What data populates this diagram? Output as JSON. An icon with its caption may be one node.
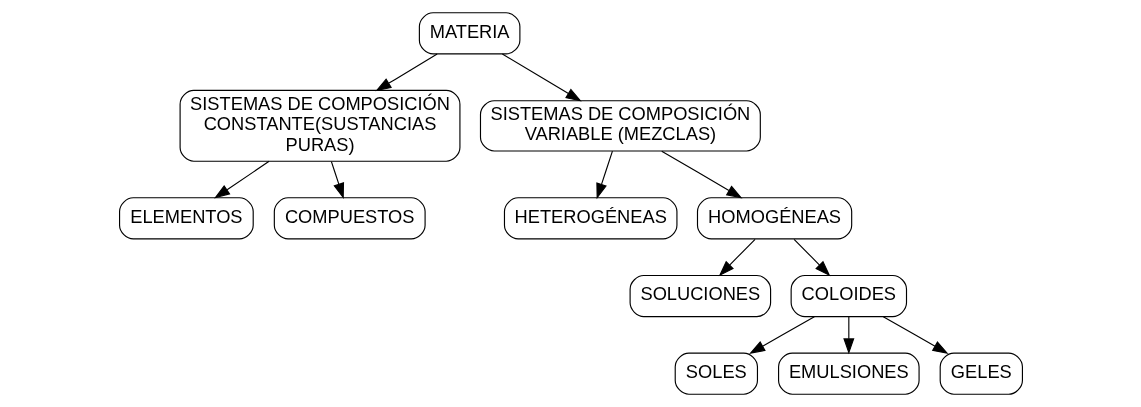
{
  "diagram": {
    "nodes": [
      {
        "text": [
          "MATERIA"
        ]
      },
      {
        "text": [
          "SISTEMAS DE COMPOSICIÓN CONSTANTE(SUSTANCIAS PURAS)"
        ]
      },
      {
        "text": [
          "SISTEMAS DE COMPOSICIÓN VARIABLE (MEZCLAS)"
        ]
      },
      {
        "text": [
          "ELEMENTOS"
        ]
      },
      {
        "text": [
          "COMPUESTOS"
        ]
      },
      {
        "text": [
          "HETEROGÉNEAS"
        ]
      },
      {
        "text": [
          "HOMOGÉNEAS"
        ]
      },
      {
        "text": [
          "SOLUCIONES"
        ]
      },
      {
        "text": [
          "COLOIDES"
        ]
      },
      {
        "text": [
          "SOLES"
        ]
      },
      {
        "text": [
          "EMULSIONES"
        ]
      },
      {
        "text": [
          "GELES"
        ]
      }
    ],
    "edges": [
      {
        "from": 0,
        "to": 1,
        "arrow": "to"
      },
      {
        "from": 0,
        "to": 2,
        "arrow": "to"
      },
      {
        "from": 1,
        "to": 3,
        "arrow": "to"
      },
      {
        "from": 1,
        "to": 4,
        "arrow": "to"
      },
      {
        "from": 2,
        "to": 5,
        "arrow": "to"
      },
      {
        "from": 2,
        "to": 6,
        "arrow": "to"
      },
      {
        "from": 6,
        "to": 7,
        "arrow": "to"
      },
      {
        "from": 6,
        "to": 8,
        "arrow": "to"
      },
      {
        "from": 8,
        "to": 9,
        "arrow": "to"
      },
      {
        "from": 8,
        "to": 10,
        "arrow": "to"
      },
      {
        "from": 8,
        "to": 11,
        "arrow": "to"
      }
    ]
  }
}
